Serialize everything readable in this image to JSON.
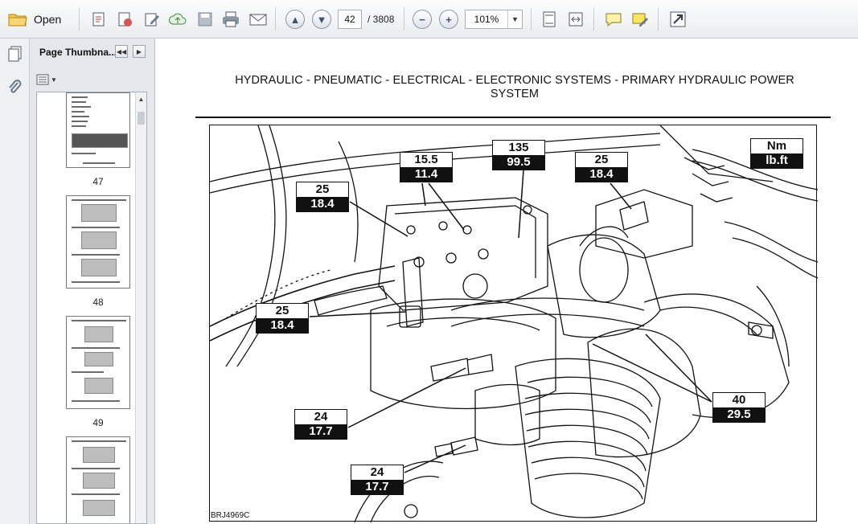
{
  "toolbar": {
    "open_label": "Open",
    "current_page": "42",
    "total_pages": "/ 3808",
    "zoom": "101%"
  },
  "panel": {
    "title": "Page Thumbna...",
    "thumbnails": [
      {
        "label": "47"
      },
      {
        "label": "48"
      },
      {
        "label": "49"
      }
    ]
  },
  "document": {
    "header_line1": "HYDRAULIC - PNEUMATIC - ELECTRICAL - ELECTRONIC SYSTEMS - PRIMARY HYDRAULIC POWER",
    "header_line2": "SYSTEM",
    "figure_id": "BRJ4969C",
    "legend": {
      "top": "Nm",
      "bottom": "lb.ft"
    },
    "callouts": [
      {
        "top": "25",
        "bottom": "18.4"
      },
      {
        "top": "15.5",
        "bottom": "11.4"
      },
      {
        "top": "135",
        "bottom": "99.5"
      },
      {
        "top": "25",
        "bottom": "18.4"
      },
      {
        "top": "25",
        "bottom": "18.4"
      },
      {
        "top": "40",
        "bottom": "29.5"
      },
      {
        "top": "24",
        "bottom": "17.7"
      },
      {
        "top": "24",
        "bottom": "17.7"
      }
    ]
  },
  "colors": {
    "toolbar_bg": "#e9ecf0",
    "panel_bg": "#e4e7eb",
    "callout_dark": "#111111"
  }
}
